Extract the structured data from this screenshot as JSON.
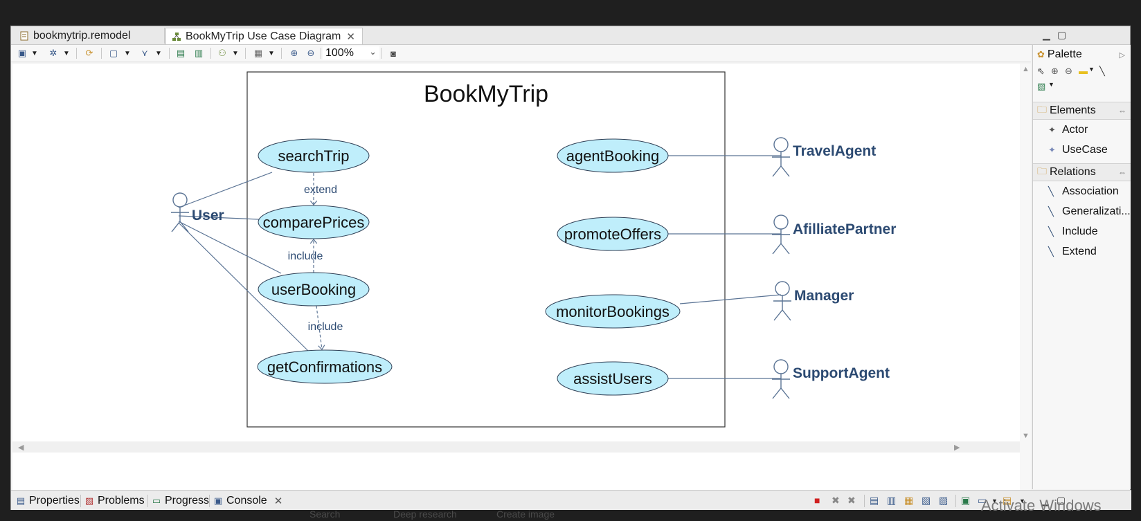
{
  "tabs": {
    "model_file": "bookmytrip.remodel",
    "diagram": "BookMyTrip Use Case Diagram"
  },
  "toolbar": {
    "zoom_value": "100%"
  },
  "diagram": {
    "system_title": "BookMyTrip",
    "use_cases": {
      "searchTrip": "searchTrip",
      "comparePrices": "comparePrices",
      "userBooking": "userBooking",
      "getConfirmations": "getConfirmations",
      "agentBooking": "agentBooking",
      "promoteOffers": "promoteOffers",
      "monitorBookings": "monitorBookings",
      "assistUsers": "assistUsers"
    },
    "actors": {
      "user": "User",
      "travelAgent": "TravelAgent",
      "affiliatePartner": "AfilliatePartner",
      "manager": "Manager",
      "supportAgent": "SupportAgent"
    },
    "relation_labels": {
      "extend": "extend",
      "include1": "include",
      "include2": "include"
    },
    "colors": {
      "usecase_fill": "#bfeefb",
      "actor_text": "#2c4a72",
      "line": "#5a7394"
    }
  },
  "palette": {
    "title": "Palette",
    "elements_drawer": "Elements",
    "elements": [
      "Actor",
      "UseCase"
    ],
    "relations_drawer": "Relations",
    "relations": [
      "Association",
      "Generalizati...",
      "Include",
      "Extend"
    ]
  },
  "bottom_tabs": {
    "properties": "Properties",
    "problems": "Problems",
    "progress": "Progress",
    "console": "Console"
  },
  "taskbar_ghost": {
    "search": "Search",
    "deep_research": "Deep research",
    "create_image": "Create image"
  },
  "watermark": "Activate Windows"
}
